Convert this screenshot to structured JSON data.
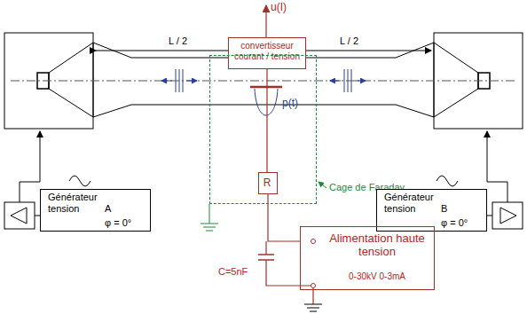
{
  "diagram": {
    "nodes": [
      {
        "text": [
          "convertisseur courant / tension"
        ]
      },
      {
        "text": [
          "Cage de Faraday"
        ]
      },
      {
        "text": [
          "R"
        ],
        "in": 1
      },
      {
        "text": [
          "Générateur tension",
          "A",
          "φ = 0°"
        ]
      },
      {
        "text": [
          "Générateur tension",
          "B",
          "φ = 0°"
        ]
      },
      {
        "text": [
          "Alimentation haute tension",
          "0-30kV 0-3mA"
        ]
      }
    ],
    "edges": [
      {
        "from": 0,
        "to": 2,
        "arrow": "none"
      },
      {
        "from": 2,
        "to": 5,
        "arrow": "none"
      }
    ],
    "labels": [
      "u(I)",
      "L / 2",
      "L / 2",
      "p(t)",
      "C=5nF"
    ]
  }
}
